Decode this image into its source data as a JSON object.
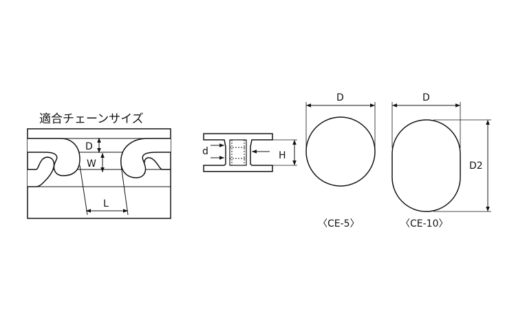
{
  "chain_section": {
    "title": "適合チェーンサイズ",
    "label_D": "D",
    "label_W": "W",
    "label_L": "L"
  },
  "side_view": {
    "label_d": "d",
    "label_H": "H"
  },
  "ce5": {
    "label_D": "D",
    "caption": "〈CE-5〉"
  },
  "ce10": {
    "label_D": "D",
    "label_D2": "D2",
    "caption": "〈CE-10〉"
  }
}
